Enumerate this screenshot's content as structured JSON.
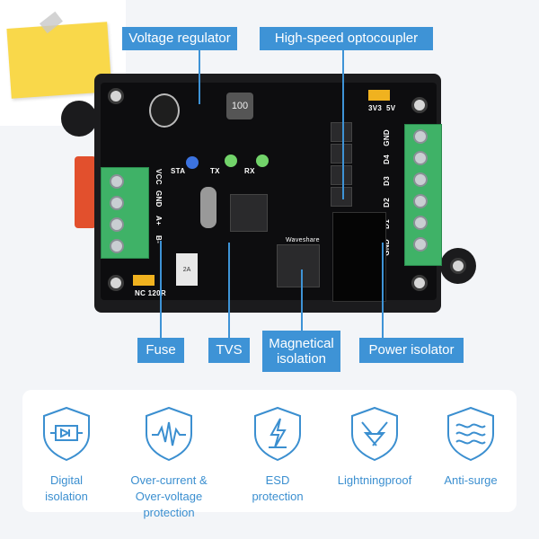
{
  "callouts": {
    "voltage_regulator": "Voltage regulator",
    "optocoupler": "High-speed optocoupler",
    "fuse": "Fuse",
    "tvs": "TVS",
    "magnetic_isolation": "Magnetical\nisolation",
    "power_isolator": "Power isolator"
  },
  "board": {
    "left_terminals": [
      "VCC",
      "GND",
      "A+",
      "B-"
    ],
    "right_terminals": [
      "GND",
      "D4",
      "D3",
      "D2",
      "D1",
      "GND"
    ],
    "leds": [
      "STA",
      "TX",
      "RX"
    ],
    "jumper_right": [
      "3V3",
      "5V"
    ],
    "jumper_left": "NC 120R",
    "brand": "Waveshare",
    "inductor": "100",
    "fuse_marking": "2A"
  },
  "features": [
    {
      "label": "Digital\nisolation",
      "icon": "isolation-icon"
    },
    {
      "label": "Over-current &\nOver-voltage protection",
      "icon": "waveform-icon"
    },
    {
      "label": "ESD\nprotection",
      "icon": "lightning-icon"
    },
    {
      "label": "Lightningproof",
      "icon": "lightning-arrows-icon"
    },
    {
      "label": "Anti-surge",
      "icon": "waves-icon"
    }
  ],
  "colors": {
    "accent": "#3e93d6",
    "note": "#f9d84a",
    "terminal": "#3fb267"
  }
}
